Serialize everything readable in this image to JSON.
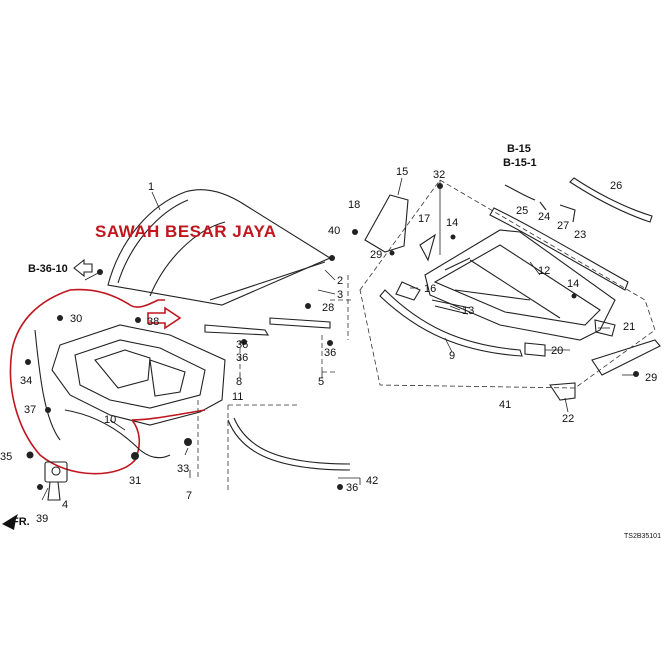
{
  "watermark": {
    "text": "SAWAH BESAR JAYA",
    "color": "#c0161e"
  },
  "highlight_color": "#c0161e",
  "references": {
    "b36_10": "B-36-10",
    "b15": "B-15",
    "b15_1": "B-15-1"
  },
  "front_marker": "FR.",
  "drawing_code": "TS2B35101",
  "callouts": {
    "c1": "1",
    "c2": "2",
    "c3": "3",
    "c4": "4",
    "c5": "5",
    "c7": "7",
    "c8": "8",
    "c9": "9",
    "c10": "10",
    "c11": "11",
    "c12": "12",
    "c13": "13",
    "c14a": "14",
    "c14b": "14",
    "c15": "15",
    "c16": "16",
    "c17": "17",
    "c18": "18",
    "c20": "20",
    "c21": "21",
    "c22": "22",
    "c23": "23",
    "c24": "24",
    "c25": "25",
    "c26": "26",
    "c27": "27",
    "c28": "28",
    "c29a": "29",
    "c29b": "29",
    "c30": "30",
    "c31": "31",
    "c32": "32",
    "c33": "33",
    "c34": "34",
    "c35": "35",
    "c36a": "36",
    "c36b": "36",
    "c36c": "36",
    "c36d": "36",
    "c37": "37",
    "c38": "38",
    "c39": "39",
    "c40": "40",
    "c41": "41",
    "c42": "42"
  }
}
